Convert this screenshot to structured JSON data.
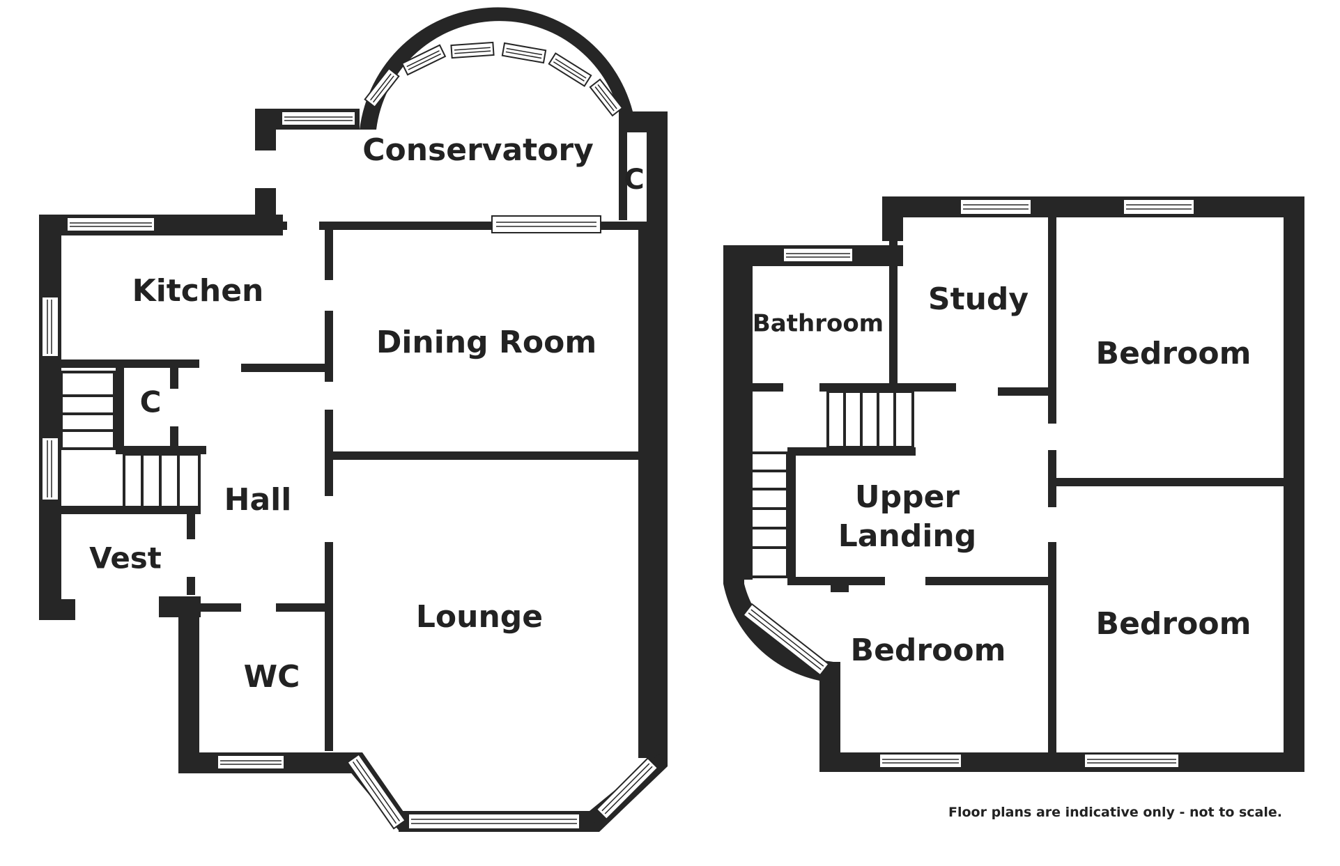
{
  "ground_floor": {
    "rooms": {
      "conservatory": "Conservatory",
      "conservatory_cupboard": "C",
      "kitchen": "Kitchen",
      "dining_room": "Dining Room",
      "cupboard": "C",
      "hall": "Hall",
      "vestibule": "Vest",
      "lounge": "Lounge",
      "wc": "WC"
    }
  },
  "first_floor": {
    "rooms": {
      "bathroom": "Bathroom",
      "study": "Study",
      "bedroom_rear_right": "Bedroom",
      "upper_landing_line1": "Upper",
      "upper_landing_line2": "Landing",
      "bedroom_front_left": "Bedroom",
      "bedroom_front_right": "Bedroom"
    }
  },
  "disclaimer": "Floor plans are indicative only - not to scale.",
  "colors": {
    "wall": "#262626",
    "background": "#ffffff",
    "text": "#222222"
  }
}
